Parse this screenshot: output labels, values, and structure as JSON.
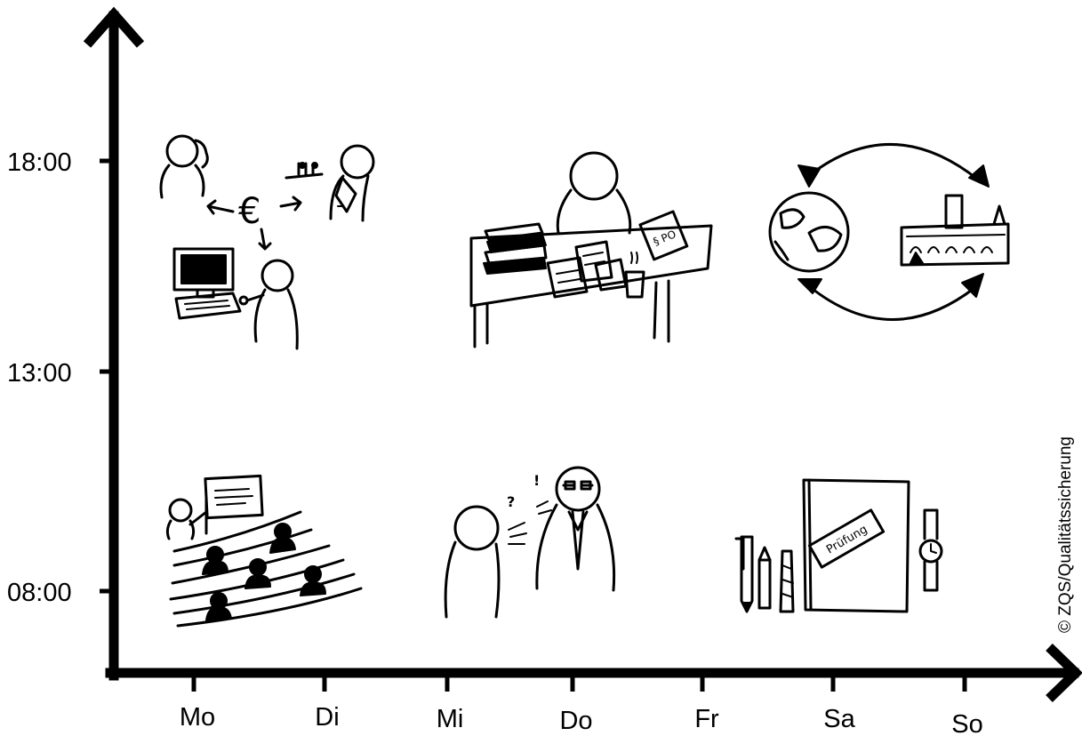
{
  "y_ticks": [
    "18:00",
    "13:00",
    "08:00"
  ],
  "x_ticks": [
    "Mo",
    "Di",
    "Mi",
    "Do",
    "Fr",
    "Sa",
    "So"
  ],
  "copyright": "© ZQS/Qualitätssicherung",
  "illustrations": {
    "finance_symbol": "€",
    "document_label": "§ PO",
    "exam_label": "Prüfung",
    "question_mark": "?",
    "exclamation_mark": "!"
  }
}
